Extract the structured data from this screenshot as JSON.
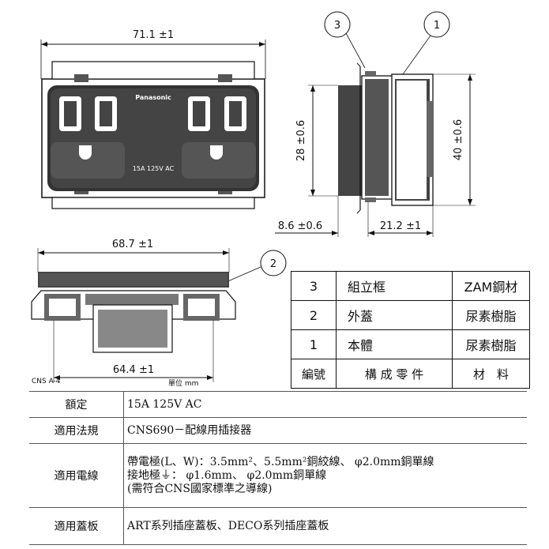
{
  "front_view": {
    "width_dim": "71.1 ±1",
    "brand": "Panasonic",
    "rating_print": "15A 125V AC"
  },
  "side_view": {
    "callout_3": "3",
    "callout_1": "1",
    "height_inner": "28 ±0.6",
    "height_outer": "40 ±0.6",
    "depth_front": "8.6 ±0.6",
    "depth_back": "21.2 ±1"
  },
  "top_view": {
    "width_top": "68.7 ±1",
    "width_bottom": "64.4 ±1",
    "callout_2": "2"
  },
  "labels": {
    "standard": "CNS A-4",
    "unit": "單位 mm"
  },
  "parts_table": {
    "rows": [
      {
        "no": "3",
        "name": "組立框",
        "material": "ZAM鋼材"
      },
      {
        "no": "2",
        "name": "外蓋",
        "material": "尿素樹脂"
      },
      {
        "no": "1",
        "name": "本體",
        "material": "尿素樹脂"
      }
    ],
    "header": {
      "no": "編號",
      "name": "構 成 零 件",
      "material": "材　料"
    }
  },
  "spec_table": {
    "rows": [
      {
        "label": "額定",
        "lines": [
          "15A 125V AC"
        ]
      },
      {
        "label": "適用法規",
        "lines": [
          "CNS690－配線用插接器"
        ]
      },
      {
        "label": "適用電線",
        "lines": [
          "帶電極(L、W)：3.5mm²、5.5mm²銅絞線、 φ2.0mm銅單線",
          "接地極⏚： φ1.6mm、 φ2.0mm銅單線",
          "(需符合CNS國家標準之導線)"
        ]
      },
      {
        "label": "適用蓋板",
        "lines": [
          "ART系列插座蓋板、DECO系列插座蓋板"
        ]
      }
    ]
  }
}
